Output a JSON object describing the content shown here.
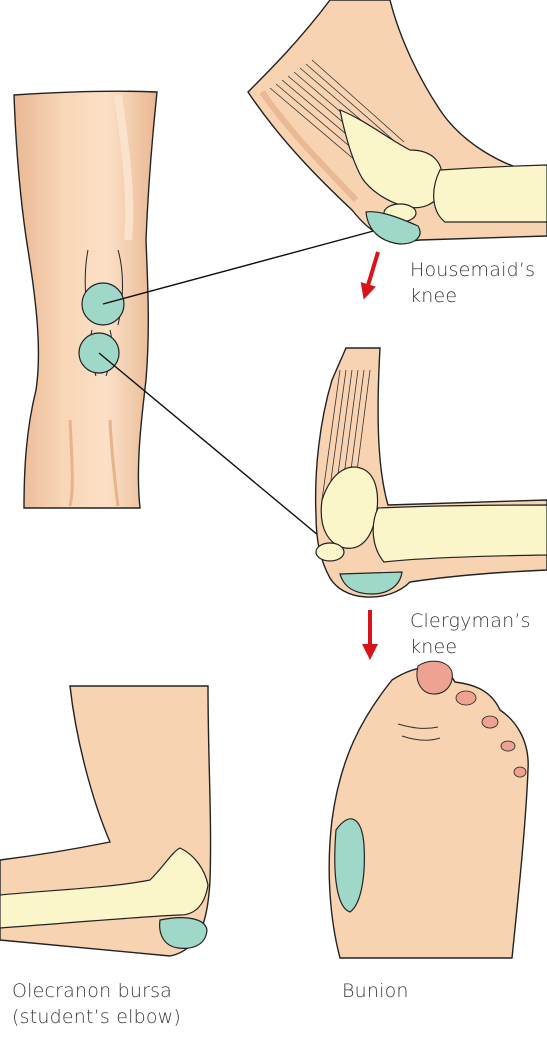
{
  "labels": {
    "housemaid_line1": "Housemaid’s",
    "housemaid_line2": "knee",
    "clergyman_line1": "Clergyman’s",
    "clergyman_line2": "knee",
    "olecranon_line1": "Olecranon bursa",
    "olecranon_line2": "(student’s elbow)",
    "bunion": "Bunion"
  },
  "colors": {
    "skin": "#f7d3b1",
    "skin_shadow": "#eab894",
    "bone": "#fbf6c9",
    "bursa": "#9fd8c8",
    "arrow": "#d7141b",
    "outline": "#222222",
    "nail": "#eea292"
  }
}
